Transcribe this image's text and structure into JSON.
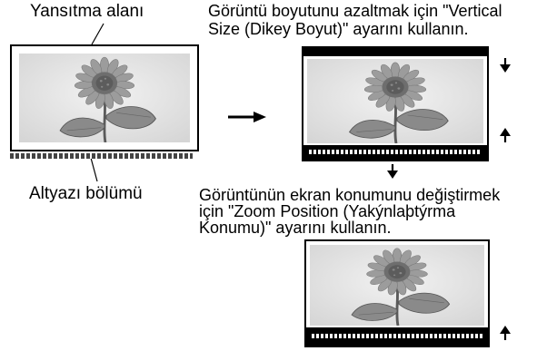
{
  "labels": {
    "projection_area": "Yansıtma alanı",
    "subtitle_area": "Altyazı bölümü",
    "vertical_size_line1": "Görüntü boyutunu azaltmak için \"Vertical",
    "vertical_size_line2": "Size (Dikey Boyut)\" ayarını kullanın.",
    "zoom_position_line1": "Görüntünün ekran konumunu değiştirmek",
    "zoom_position_line2": "için \"Zoom Position (Yakýnlaþtýrma",
    "zoom_position_line3": "Konumu)\" ayarını kullanın."
  },
  "icons": {
    "flower": "sunflower-image",
    "right_arrow": "arrow-right-icon",
    "down_arrow": "arrow-down-icon",
    "up_arrow": "arrow-up-icon"
  }
}
